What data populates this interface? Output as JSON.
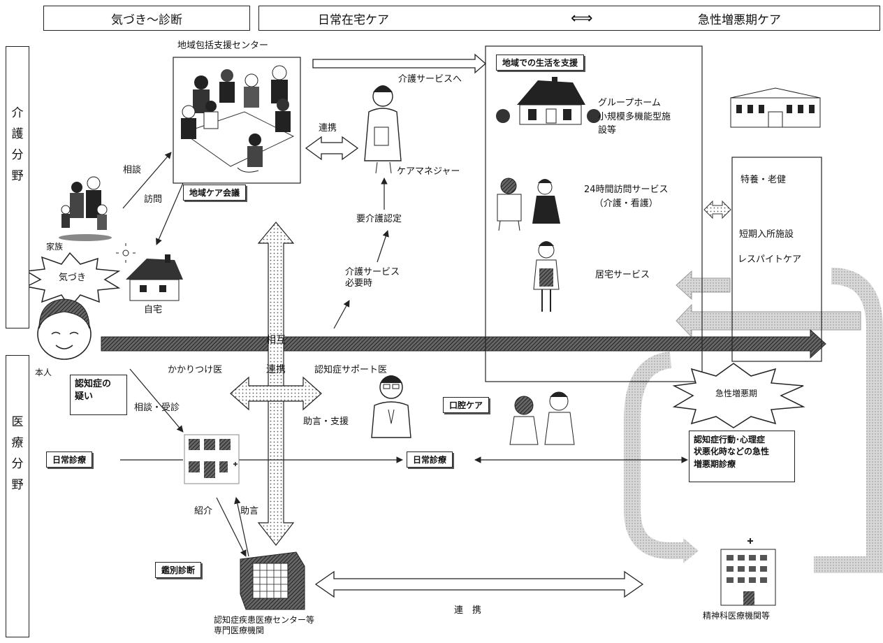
{
  "headers": {
    "phase1": "気づき〜診断",
    "phase2": "日常在宅ケア",
    "phase3": "急性増悪期ケア"
  },
  "sides": {
    "care": "介護分野",
    "medical": "医療分野"
  },
  "care_area": {
    "center": "地域包括支援センター",
    "meeting": "地域ケア会議",
    "to_service": "介護サービスへ",
    "coop": "連携",
    "care_manager": "ケアマネジャー",
    "consult": "相談",
    "visit": "訪問",
    "family": "家族",
    "home": "自宅",
    "awareness": "気づき",
    "certification": "要介護認定",
    "when_needed": "介護サービス\n必要時"
  },
  "community": {
    "title": "地域での生活を支援",
    "group_home": "グループホーム\n小規模多機能型施\n設等",
    "visit24": "24時間訪問サービス\n（介護・看護）",
    "home_service": "居宅サービス"
  },
  "facility": {
    "nursing": "特養・老健",
    "short_stay": "短期入所施設",
    "respite": "レスパイトケア"
  },
  "mutual": "相互連携",
  "patient": "本人",
  "medical_area": {
    "gp": "かかりつけ医",
    "support_doctor": "認知症サポート医",
    "suspected": "認知症の\n疑い",
    "consult_visit": "相談・受診",
    "advice_support": "助言・支援",
    "oral_care": "口腔ケア",
    "daily_care_left": "日常診療",
    "daily_care_mid": "日常診療",
    "referral": "紹介",
    "advice": "助言",
    "differential": "鑑別診断",
    "center": "認知症疾患医療センター等\n専門医療機関",
    "coop": "連　携",
    "acute": "急性増悪期",
    "acute_care": "認知症行動･心理症\n状悪化時などの急性\n増悪期診療",
    "psychiatric": "精神科医療機関等"
  }
}
